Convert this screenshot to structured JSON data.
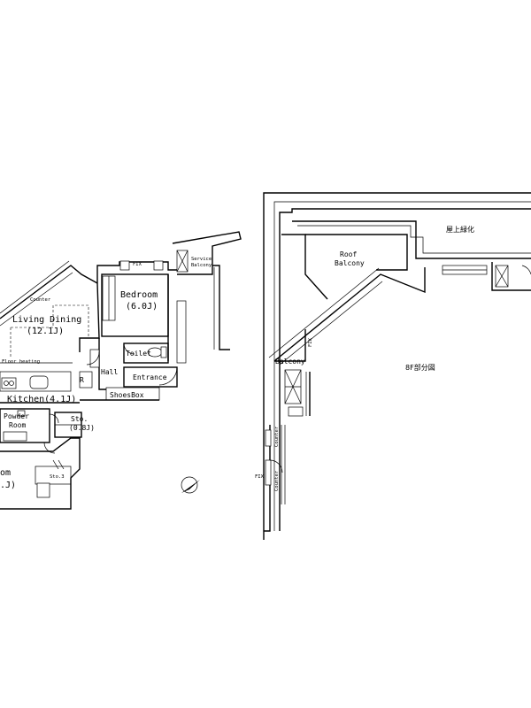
{
  "labels": {
    "living_dining": "Living Dining",
    "living_dining_size": "(12.1J)",
    "counter_top": "Counter",
    "floor_heating": "Floor heating",
    "kitchen": "Kitchen(4.1J)",
    "powder_room_1": "Powder",
    "powder_room_2": "Room",
    "storage_1": "Sto.",
    "storage_1_size": "(0.8J)",
    "bedroom_lower_1": "om",
    "bedroom_lower_2": ".J)",
    "storage_2": "Sto.3",
    "bedroom": "Bedroom",
    "bedroom_size": "(6.0J)",
    "toilet": "Toilet",
    "hall": "Hall",
    "entrance": "Entrance",
    "shoes_box": "ShoesBox",
    "r_mark": "R",
    "fix_1": "FIX",
    "service_balcony_1": "Service",
    "service_balcony_2": "Balcony",
    "rooftop_greening": "屋上緑化",
    "roof_balcony_1": "Roof",
    "roof_balcony_2": "Balcony",
    "balcony": "Balcony",
    "eighth_floor_plan": "8F部分図",
    "counter_right_1": "Counter",
    "counter_right_2": "Counter",
    "fix_2": "FIX",
    "fix_3": "FIX"
  }
}
